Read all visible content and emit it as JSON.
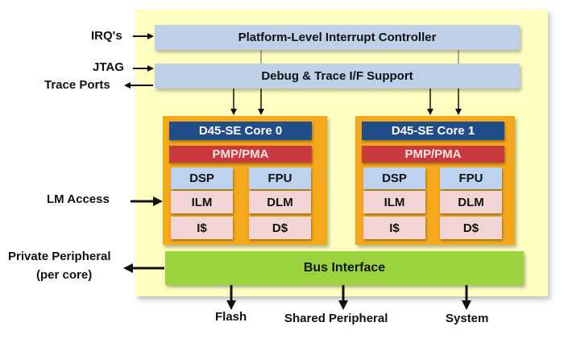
{
  "blocks": {
    "plic": "Platform-Level Interrupt Controller",
    "debug": "Debug & Trace I/F Support",
    "bus": "Bus Interface"
  },
  "cores": [
    {
      "title": "D45-SE Core 0",
      "pmp": "PMP/PMA",
      "units": [
        "DSP",
        "FPU",
        "ILM",
        "DLM",
        "I$",
        "D$"
      ]
    },
    {
      "title": "D45-SE Core 1",
      "pmp": "PMP/PMA",
      "units": [
        "DSP",
        "FPU",
        "ILM",
        "DLM",
        "I$",
        "D$"
      ]
    }
  ],
  "external": {
    "irqs": "IRQ's",
    "jtag": "JTAG",
    "trace_ports": "Trace Ports",
    "lm_access": "LM Access",
    "private_peripheral_line1": "Private Peripheral",
    "private_peripheral_line2": "(per core)",
    "flash": "Flash",
    "shared_peripheral": "Shared Peripheral",
    "system": "System"
  }
}
